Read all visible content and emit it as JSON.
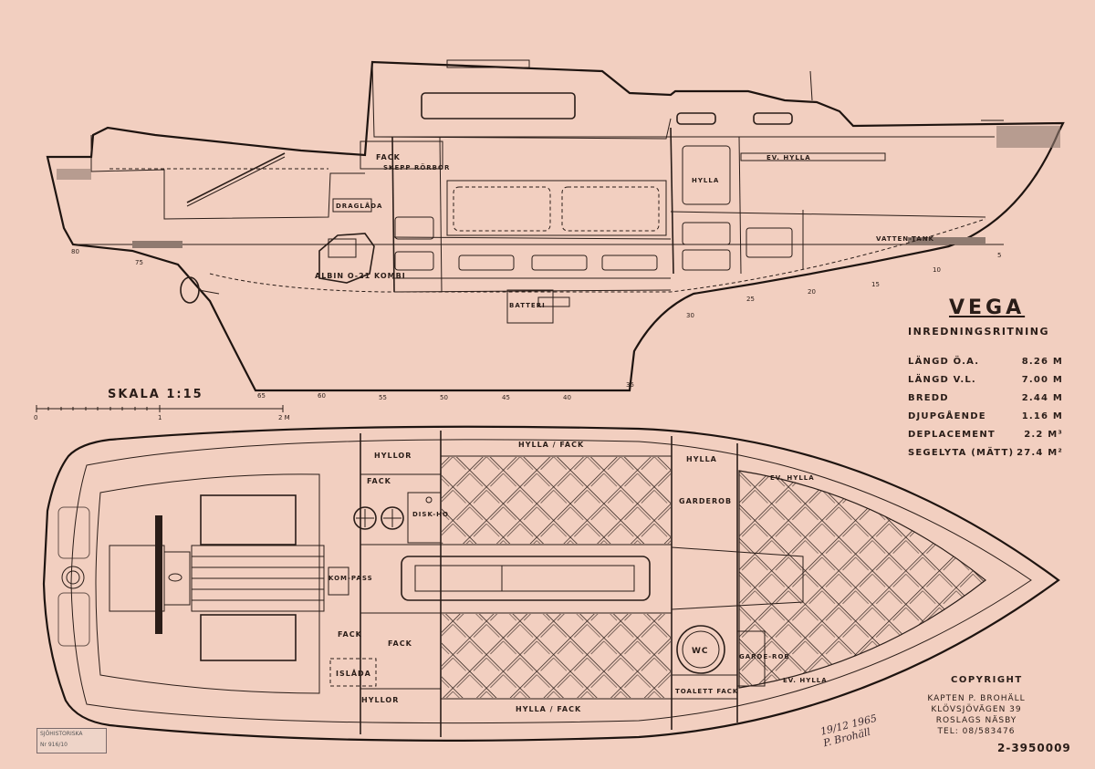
{
  "title": "VEGA",
  "subtitle": "INREDNINGSRITNING",
  "specs": [
    {
      "label": "LÄNGD Ö.A.",
      "value": "8.26 M"
    },
    {
      "label": "LÄNGD V.L.",
      "value": "7.00 M"
    },
    {
      "label": "BREDD",
      "value": "2.44 M"
    },
    {
      "label": "DJUPGÅENDE",
      "value": "1.16 M"
    },
    {
      "label": "DEPLACEMENT",
      "value": "2.2 M³"
    },
    {
      "label": "SEGELYTA (MÄTT)",
      "value": "27.4 M²"
    }
  ],
  "scale": {
    "label": "SKALA 1:15",
    "ticks": [
      "0",
      "1",
      "2 M"
    ]
  },
  "profile_labels": {
    "fack": "FACK",
    "skeppsror": "SKEPP RÖRBOR",
    "draglada": "DRAGLÅDA",
    "engine": "ALBIN O-21 KOMBI",
    "batteri": "BATTERI",
    "hylla": "HYLLA",
    "ev_hylla": "EV. HYLLA",
    "vattentank": "VATTEN-TANK"
  },
  "profile_stations": [
    "80",
    "75",
    "65",
    "60",
    "55",
    "50",
    "45",
    "40",
    "35",
    "30",
    "25",
    "20",
    "15",
    "10",
    "5"
  ],
  "plan_labels": {
    "hyllor_top": "HYLLOR",
    "hylla_fack_top": "HYLLA / FACK",
    "hylla_top": "HYLLA",
    "ev_hylla_top": "EV. HYLLA",
    "fack_top": "FACK",
    "diskho": "DISK-HO",
    "garderob": "GARDEROB",
    "kompass": "KOM-PASS",
    "fack_left": "FACK",
    "fack_right": "FACK",
    "islada": "ISLÅDA",
    "wc": "WC",
    "garderob_small": "GARDE-ROB",
    "ev_hylla_bottom": "EV. HYLLA",
    "hyllor_bottom": "HYLLOR",
    "hylla_fack_bottom": "HYLLA / FACK",
    "toalett_fack": "TOALETT FACK"
  },
  "copyright": {
    "heading": "COPYRIGHT",
    "lines": [
      "KAPTEN P. BROHÄLL",
      "KLÖVSJÖVÄGEN 39",
      "ROSLAGS NÄSBY",
      "TEL: 08/583476"
    ]
  },
  "signature": {
    "date": "19/12 1965",
    "name": "P. Brohäll"
  },
  "drawing_number": "2-3950009",
  "stamp": {
    "line1": "SJÖHISTORISKA",
    "line2": "Nr 916/10"
  },
  "colors": {
    "paper": "#f2cfc0",
    "ink": "#2a1d18"
  }
}
